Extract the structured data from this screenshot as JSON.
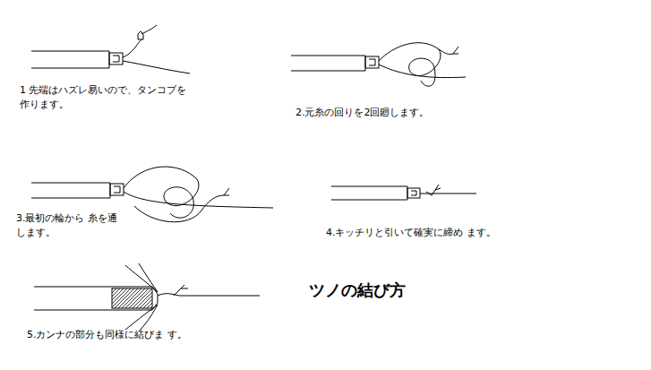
{
  "diagram": {
    "title": "ツノの結び方",
    "labels": [
      "1 先端はハズレ易いので、タンコブを 作ります。",
      "2.元糸の回りを2回廻します。",
      "3.最初の輪から 糸を通 します。",
      "4.キッチリと引いて確実に締め ます。",
      "5.カンナの部分も同様に結びま す。"
    ]
  }
}
